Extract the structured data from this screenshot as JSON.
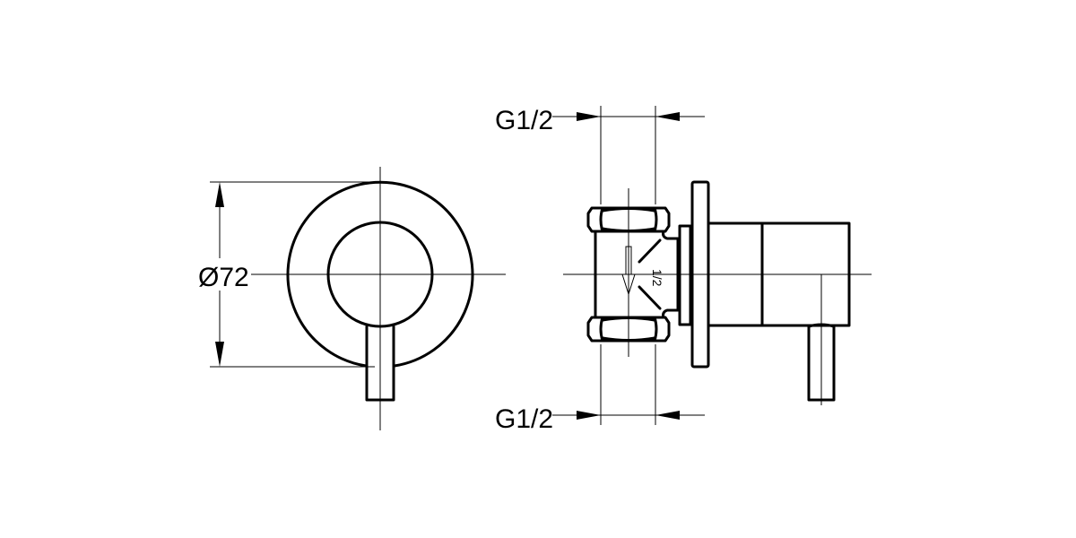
{
  "drawing": {
    "front_view": {
      "diameter_label": "Ø72"
    },
    "side_view": {
      "top_thread_label": "G1/2",
      "bottom_thread_label": "G1/2",
      "inlet_label": "1/2"
    }
  },
  "colors": {
    "line": "#000000",
    "background": "#ffffff"
  }
}
